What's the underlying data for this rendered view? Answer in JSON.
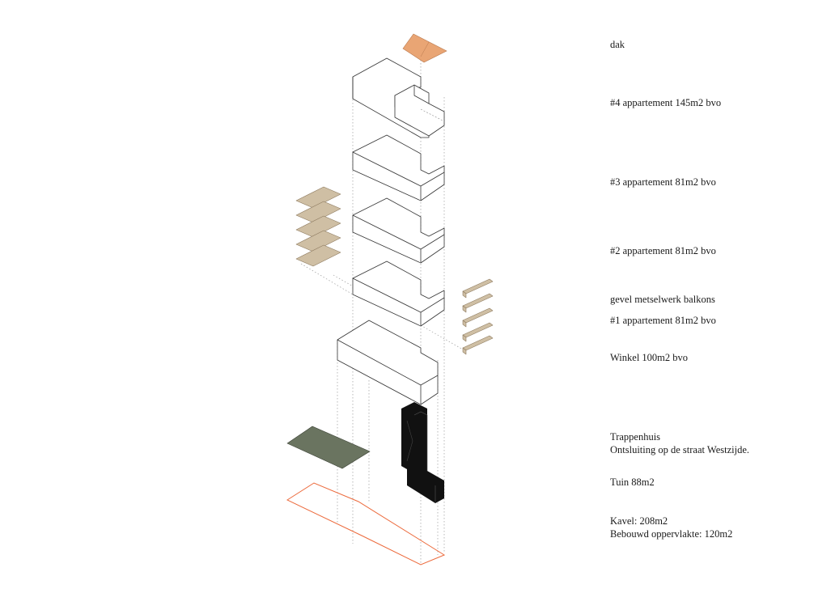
{
  "labels": {
    "roof": "dak",
    "floor4": "#4 appartement 145m2 bvo",
    "floor3": "#3 appartement 81m2 bvo",
    "floor2": "#2 appartement 81m2 bvo",
    "facade_balconies": "gevel metselwerk balkons",
    "floor1": "#1 appartement 81m2 bvo",
    "shop": "Winkel 100m2 bvo",
    "stair_title": "Trappenhuis",
    "stair_desc": "Ontsluiting op de straat Westzijde.",
    "garden": "Tuin  88m2",
    "plot": "Kavel:   208m2",
    "built_area": "Bebouwd oppervlakte: 120m2"
  },
  "colors": {
    "roof": "#e9a574",
    "balcony_slab": "#cfbfa4",
    "garden": "#6a7460",
    "stair": "#111111",
    "plot_outline": "#ec6a3c",
    "volume_stroke": "#333333"
  }
}
